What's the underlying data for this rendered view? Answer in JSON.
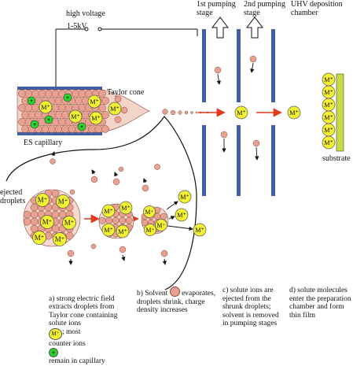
{
  "labels": {
    "high_voltage": "high voltage",
    "voltage_range": "1-5kV",
    "pumping_1": "1st pumping\nstage",
    "pumping_2": "2nd pumping\nstage",
    "uhv_chamber": "UHV deposition\nchamber",
    "taylor_cone": "Taylor cone",
    "es_capillary": "ES capillary",
    "ejected_droplets": "ejected\ndroplets",
    "substrate": "substrate",
    "ion": "M⁺",
    "counter_ion": "+"
  },
  "captions": {
    "a_part1": "a) strong electric field\nextracts droplets from\nTaylor cone containing\nsolute ions",
    "a_part2": "; most\ncounter ions",
    "a_part3": "remain in capillary",
    "b_part1": "b) Solvent",
    "b_part2": "evaporates,\ndroplets shrink, charge\ndensity increases",
    "c": "c) solute ions are\nejected from the\nshrunk droplets;\nsolvent is removed\nin pumping stages",
    "d": "d) solute molecules\nenter the preparation\nchamber and form\nthin film"
  },
  "colors": {
    "droplet": "#E8A090",
    "droplet_stroke": "#8a4a3a",
    "ion": "#F2F230",
    "counter_ion": "#2BD62B",
    "substrate": "#C9D84A",
    "arrow_red": "#E23A1A",
    "aperture": "#3F5FA6"
  }
}
